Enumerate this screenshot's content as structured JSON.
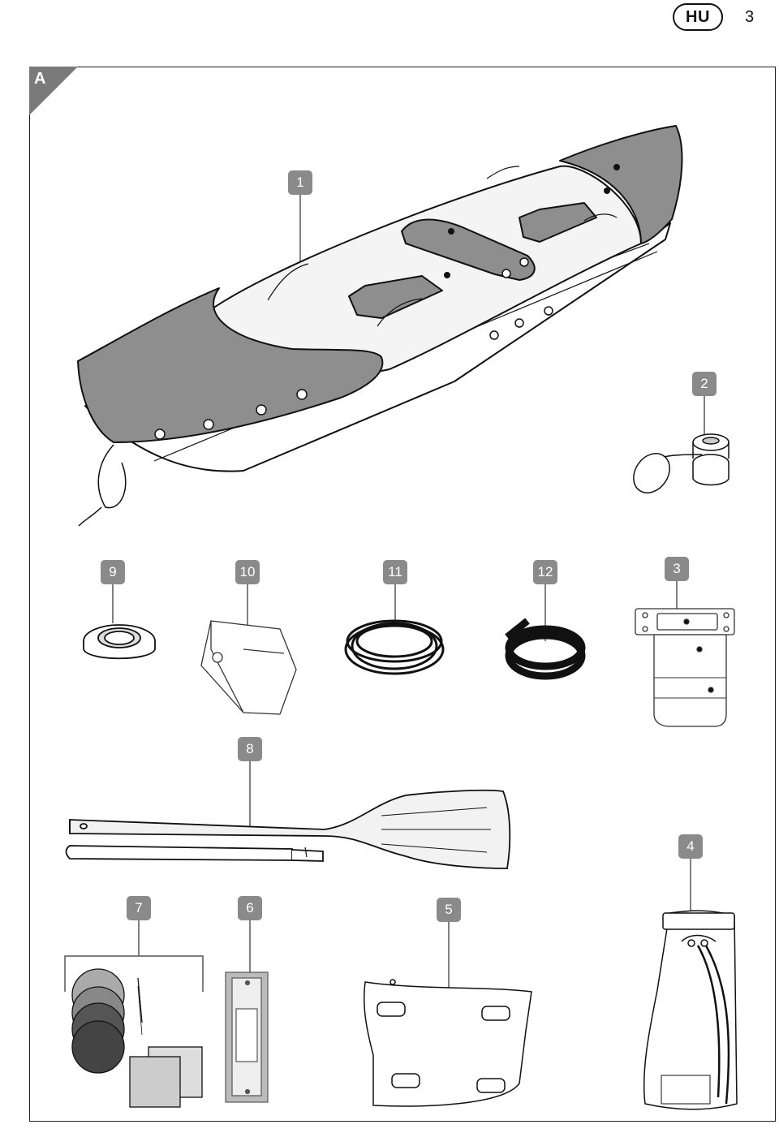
{
  "header": {
    "language_code": "HU",
    "page_number": "3"
  },
  "figure": {
    "label": "A",
    "callouts": {
      "c1": "1",
      "c2": "2",
      "c3": "3",
      "c4": "4",
      "c5": "5",
      "c6": "6",
      "c7": "7",
      "c8": "8",
      "c9": "9",
      "c10": "10",
      "c11": "11",
      "c12": "12"
    }
  }
}
